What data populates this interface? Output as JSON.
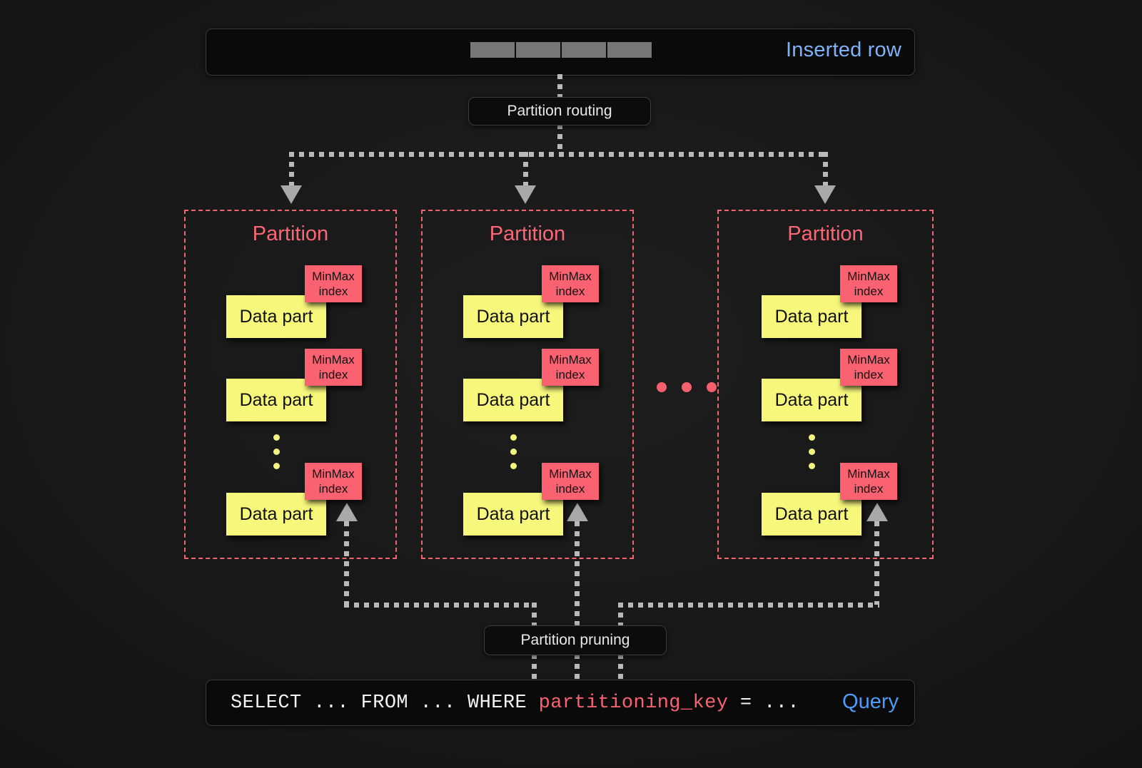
{
  "background_color": "#171717",
  "colors": {
    "accent_blue": "#7fb2f7",
    "query_blue": "#4d9cf6",
    "partition_red": "#fc6776",
    "minmax_red": "#fa6272",
    "datapart_yellow": "#f7f77c",
    "connector_gray": "#b9b9b9",
    "cell_gray": "#767676"
  },
  "inserted_row": {
    "label": "Inserted row",
    "cell_count": 4,
    "cells": [
      "",
      "",
      "",
      ""
    ]
  },
  "routing": {
    "label": "Partition routing"
  },
  "pruning": {
    "label": "Partition pruning"
  },
  "query": {
    "sql_prefix": "SELECT ... FROM ... WHERE ",
    "sql_key": "partitioning_key",
    "sql_suffix": " = ...",
    "label": "Query"
  },
  "partitions": [
    {
      "title": "Partition",
      "parts": [
        {
          "datapart_label": "Data part",
          "minmax_line1": "MinMax",
          "minmax_line2": "index"
        },
        {
          "datapart_label": "Data part",
          "minmax_line1": "MinMax",
          "minmax_line2": "index"
        },
        {
          "datapart_label": "Data part",
          "minmax_line1": "MinMax",
          "minmax_line2": "index"
        }
      ],
      "ellipsis_dots": 3
    },
    {
      "title": "Partition",
      "parts": [
        {
          "datapart_label": "Data part",
          "minmax_line1": "MinMax",
          "minmax_line2": "index"
        },
        {
          "datapart_label": "Data part",
          "minmax_line1": "MinMax",
          "minmax_line2": "index"
        },
        {
          "datapart_label": "Data part",
          "minmax_line1": "MinMax",
          "minmax_line2": "index"
        }
      ],
      "ellipsis_dots": 3
    },
    {
      "title": "Partition",
      "parts": [
        {
          "datapart_label": "Data part",
          "minmax_line1": "MinMax",
          "minmax_line2": "index"
        },
        {
          "datapart_label": "Data part",
          "minmax_line1": "MinMax",
          "minmax_line2": "index"
        },
        {
          "datapart_label": "Data part",
          "minmax_line1": "MinMax",
          "minmax_line2": "index"
        }
      ],
      "ellipsis_dots": 3
    }
  ],
  "partition_ellipsis": {
    "dot_count": 3
  }
}
